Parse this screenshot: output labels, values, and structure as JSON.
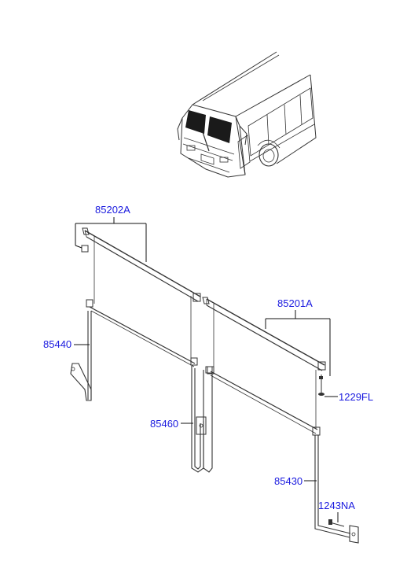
{
  "diagram": {
    "parts": [
      {
        "id": "p85202a",
        "number": "85202A"
      },
      {
        "id": "p85201a",
        "number": "85201A"
      },
      {
        "id": "p85440",
        "number": "85440"
      },
      {
        "id": "p1229fl",
        "number": "1229FL"
      },
      {
        "id": "p85460",
        "number": "85460"
      },
      {
        "id": "p85430",
        "number": "85430"
      },
      {
        "id": "p1243na",
        "number": "1243NA"
      }
    ],
    "colors": {
      "label_text": "#1a1adf",
      "line_art": "#333333",
      "bus_window": "#1a1a1a",
      "background": "#ffffff"
    }
  }
}
